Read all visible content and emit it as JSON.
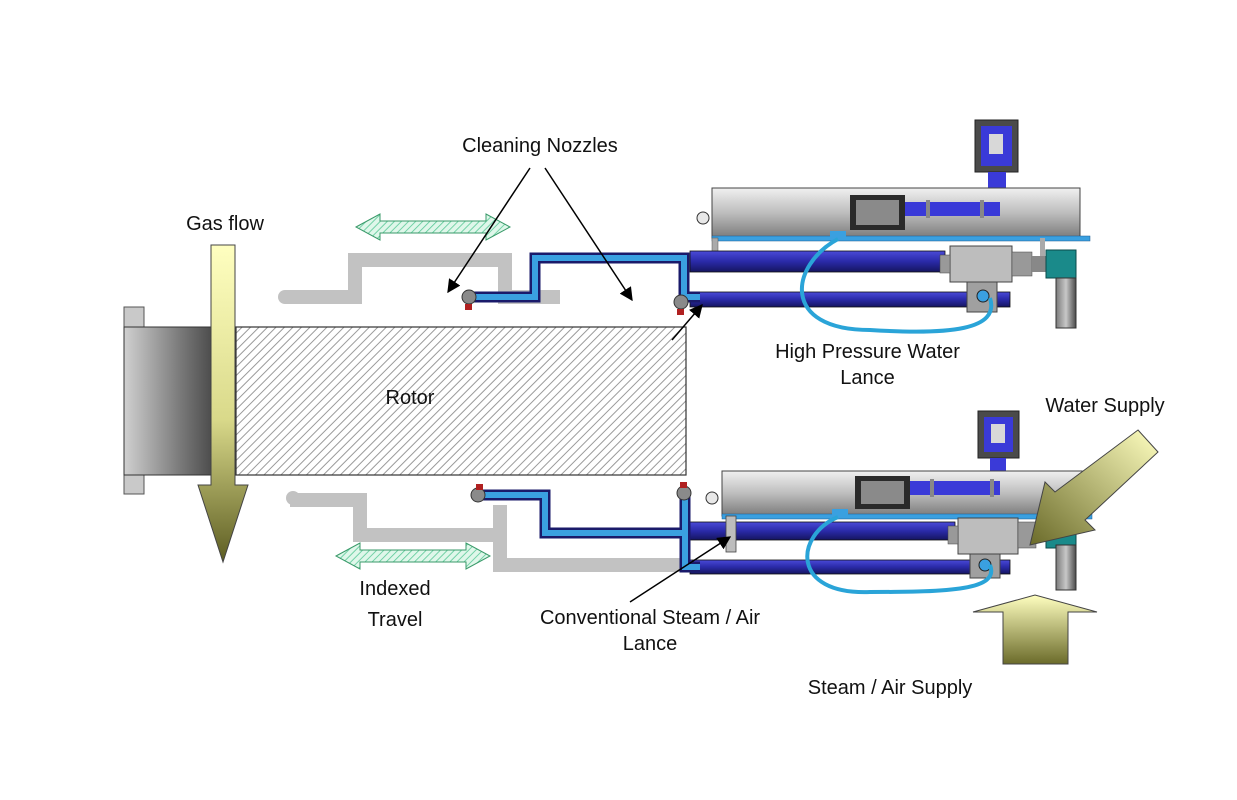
{
  "labels": {
    "cleaning_nozzles": "Cleaning Nozzles",
    "gas_flow": "Gas flow",
    "rotor": "Rotor",
    "hp_lance_line1": "High Pressure Water",
    "hp_lance_line2": "Lance",
    "water_supply": "Water Supply",
    "indexed_line1": "Indexed",
    "indexed_line2": "Travel",
    "conv_line1": "Conventional Steam / Air",
    "conv_line2": "Lance",
    "steam_air_supply": "Steam / Air Supply"
  },
  "colors": {
    "pipe_dark": "#2f2fb8",
    "pipe_light": "#3aa0e0",
    "hose": "#2aa4d8",
    "housing": "#b8b8b8",
    "rotor_hatch": "#9a9a9a",
    "arrow_yellow": "#f2f2a0",
    "arrow_olive": "#6b6b2a",
    "travel_arrow": "#c8f0dc"
  }
}
